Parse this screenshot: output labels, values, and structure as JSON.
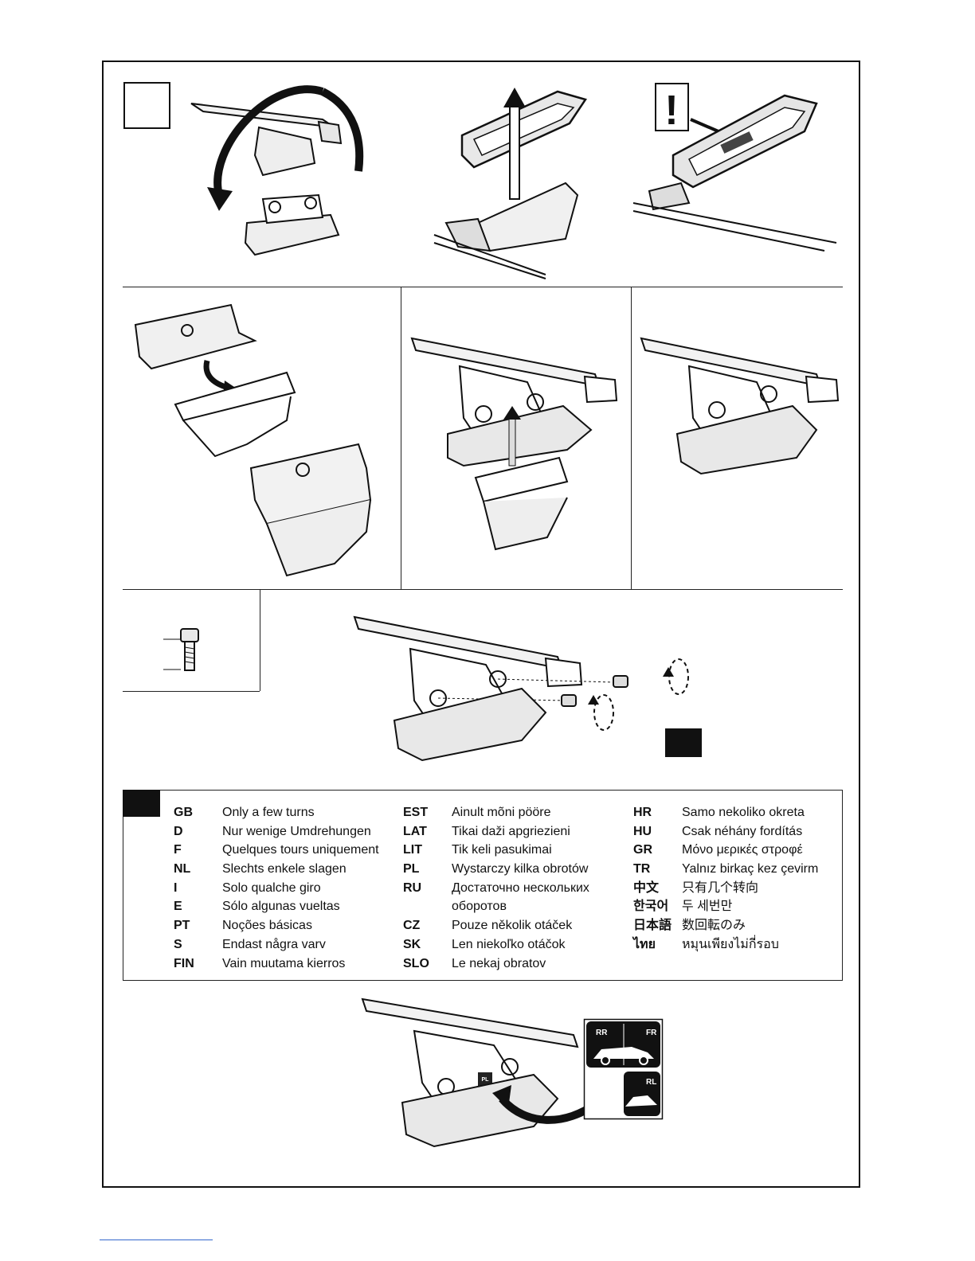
{
  "legend": {
    "columns": [
      [
        {
          "code": "GB",
          "text": "Only a few turns"
        },
        {
          "code": "D",
          "text": "Nur wenige Umdrehungen"
        },
        {
          "code": "F",
          "text": "Quelques tours uniquement"
        },
        {
          "code": "NL",
          "text": "Slechts enkele slagen"
        },
        {
          "code": "I",
          "text": "Solo qualche giro"
        },
        {
          "code": "E",
          "text": "Sólo algunas vueltas"
        },
        {
          "code": "PT",
          "text": "Noções básicas"
        },
        {
          "code": "S",
          "text": "Endast några varv"
        },
        {
          "code": "FIN",
          "text": "Vain muutama kierros"
        }
      ],
      [
        {
          "code": "EST",
          "text": "Ainult mõni pööre"
        },
        {
          "code": "LAT",
          "text": "Tikai daži apgriezieni"
        },
        {
          "code": "LIT",
          "text": "Tik keli pasukimai"
        },
        {
          "code": "PL",
          "text": "Wystarczy kilka obrotów"
        },
        {
          "code": "RU",
          "text": "Достаточно нескольких"
        },
        {
          "code": "",
          "text": "оборотов"
        },
        {
          "code": "CZ",
          "text": "Pouze několik otáček"
        },
        {
          "code": "SK",
          "text": "Len niekoľko otáčok"
        },
        {
          "code": "SLO",
          "text": "Le nekaj obratov"
        }
      ],
      [
        {
          "code": "HR",
          "text": "Samo nekoliko okreta"
        },
        {
          "code": "HU",
          "text": "Csak néhány fordítás"
        },
        {
          "code": "GR",
          "text": "Μόνο μερικές στροφέ"
        },
        {
          "code": "TR",
          "text": "Yalnız birkaç kez çevirm"
        },
        {
          "code": "中文",
          "text": "只有几个转向"
        },
        {
          "code": "한국어",
          "text": "두 세번만"
        },
        {
          "code": "日本語",
          "text": "数回転のみ"
        },
        {
          "code": "ไทย",
          "text": "หมุนเพียงไม่กี่รอบ"
        }
      ]
    ]
  },
  "warning": {
    "symbol": "!"
  },
  "position_sticker": {
    "top_left": "RR",
    "top_right": "FR",
    "bottom_right": "RL",
    "foot_label": "PL"
  },
  "icons": {
    "step": "step-number-box-icon",
    "warning": "exclamation-warning-icon",
    "rotate": "rotation-arrow-icon",
    "turns": "dashed-turns-icon"
  }
}
